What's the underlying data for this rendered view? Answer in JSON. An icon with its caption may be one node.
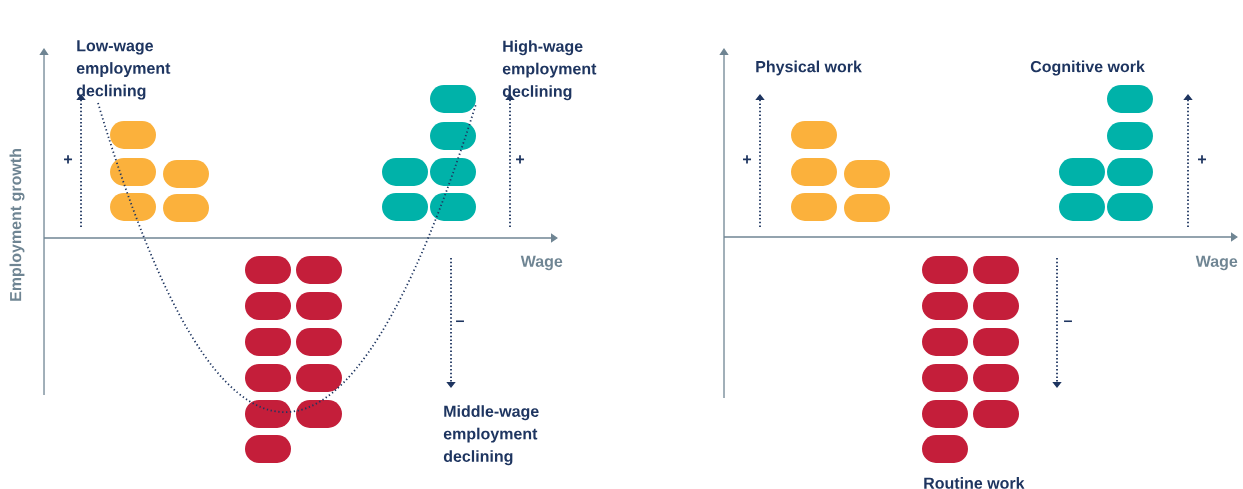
{
  "diagram": {
    "labels": [
      "Low-wage employment declining",
      "High-wage employment declining",
      "Physical work",
      "Cognitive work",
      "Employment growth",
      "+",
      "+",
      "+",
      "+",
      "Wage",
      "Wage",
      "–",
      "–",
      "Middle-wage employment declining",
      "Routine work"
    ]
  }
}
